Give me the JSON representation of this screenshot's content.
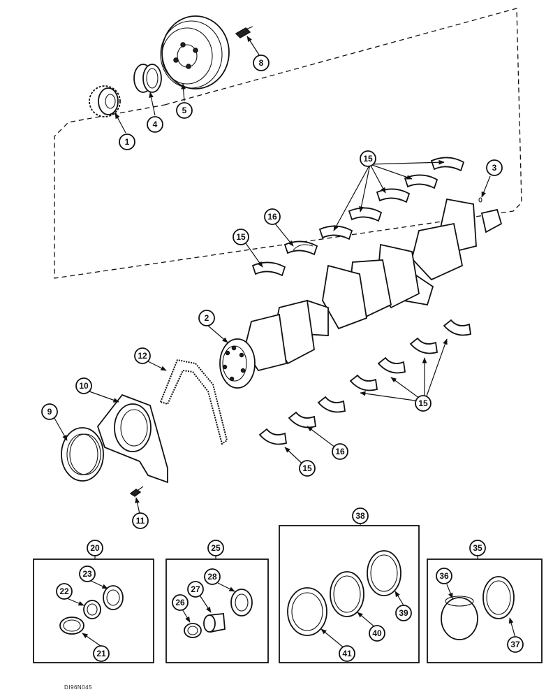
{
  "figure": {
    "code": "DI96N045",
    "callouts": [
      "1",
      "2",
      "3",
      "4",
      "5",
      "8",
      "9",
      "10",
      "11",
      "12",
      "15",
      "15",
      "15",
      "15",
      "16",
      "16",
      "20",
      "21",
      "22",
      "23",
      "25",
      "26",
      "27",
      "28",
      "35",
      "36",
      "37",
      "38",
      "39",
      "40",
      "41"
    ],
    "kits": {
      "k20": {
        "label": "20",
        "items": [
          "21",
          "22",
          "23"
        ]
      },
      "k25": {
        "label": "25",
        "items": [
          "26",
          "27",
          "28"
        ]
      },
      "k38": {
        "label": "38",
        "items": [
          "39",
          "40",
          "41"
        ]
      },
      "k35": {
        "label": "35",
        "items": [
          "36",
          "37"
        ]
      }
    }
  }
}
